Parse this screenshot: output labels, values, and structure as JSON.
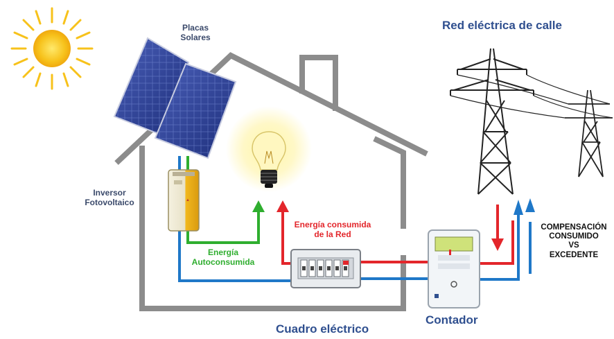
{
  "labels": {
    "solar_panels": "Placas\nSolares",
    "inverter": "Inversor\nFotovoltaico",
    "grid": "Red eléctrica de calle",
    "self_consumed": "Energía\nAutoconsumida",
    "grid_consumed": "Energía consumida\nde la Red",
    "compensation": "COMPENSACIÓN\nCONSUMIDO\nVS\nEXCEDENTE",
    "electrical_panel": "Cuadro eléctrico",
    "meter": "Contador"
  },
  "colors": {
    "house": "#8c8c8c",
    "green": "#2fae2f",
    "red": "#e3262b",
    "blue": "#1f78c8",
    "title": "#2f4f8f",
    "sun": "#f7c21b"
  }
}
